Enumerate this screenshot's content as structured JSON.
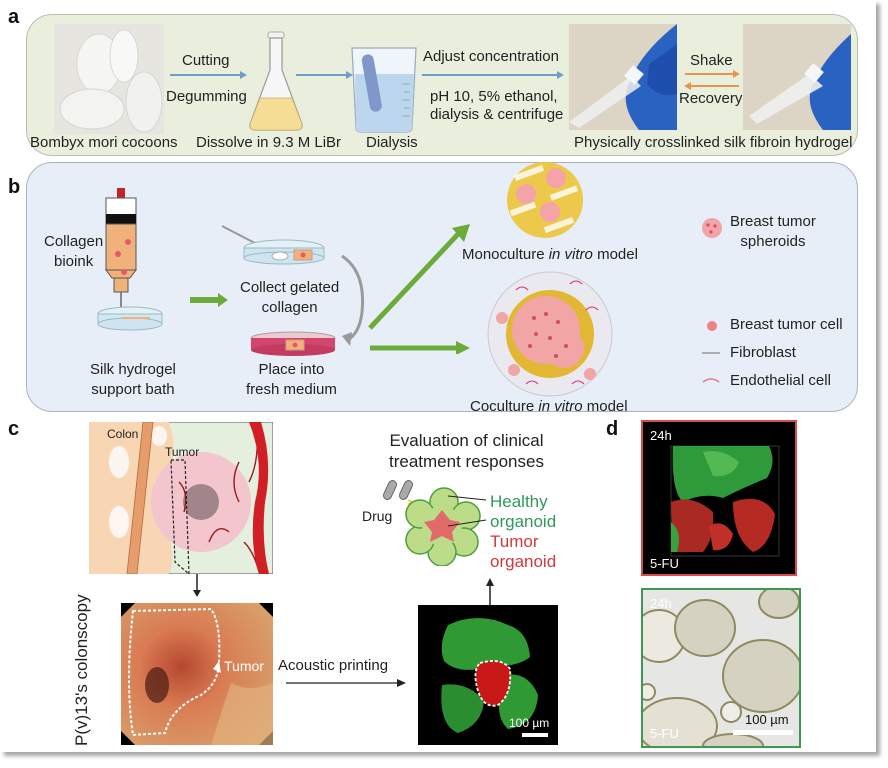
{
  "figure": {
    "panel_a": {
      "letter": "a",
      "labels": {
        "cocoons": "Bombyx mori cocoons",
        "cutting": "Cutting",
        "degumming": "Degumming",
        "dissolve": "Dissolve in 9.3 M LiBr",
        "dialysis": "Dialysis",
        "adjust": "Adjust concentration",
        "conditions_line1": "pH 10, 5% ethanol,",
        "conditions_line2": "dialysis & centrifuge",
        "shake": "Shake",
        "recovery": "Recovery",
        "hydrogel": "Physically crosslinked silk fibroin hydrogel"
      },
      "colors": {
        "background": "#e9efdc",
        "arrow": "#6f9fc8",
        "shake_arrow": "#e8954a"
      }
    },
    "panel_b": {
      "letter": "b",
      "labels": {
        "collagen_line1": "Collagen",
        "collagen_line2": "bioink",
        "bath_line1": "Silk hydrogel",
        "bath_line2": "support bath",
        "collect_line1": "Collect gelated",
        "collect_line2": "collagen",
        "place_line1": "Place into",
        "place_line2": "fresh medium",
        "mono_pre": "Monoculture ",
        "mono_italic": "in vitro",
        "mono_post": " model",
        "co_pre": "Coculture ",
        "co_italic": "in vitro",
        "co_post": " model"
      },
      "legend": [
        {
          "icon": "spheroid-icon",
          "line1": "Breast tumor",
          "line2": "spheroids"
        },
        {
          "icon": "tumor-cell-icon",
          "line1": "Breast tumor cell",
          "line2": ""
        },
        {
          "icon": "fibroblast-icon",
          "line1": "Fibroblast",
          "line2": ""
        },
        {
          "icon": "endothelial-cell-icon",
          "line1": "Endothelial cell",
          "line2": ""
        }
      ],
      "colors": {
        "background": "#e8eef7",
        "arrow": "#6aab3a",
        "plunger_arrow": "#c0262b"
      }
    },
    "panel_c": {
      "letter": "c",
      "labels": {
        "colon": "Colon",
        "tumor": "Tumor",
        "colonoscopy": "P(v)13's colonscopy",
        "tumor_arrow": "Tumor",
        "acoustic": "Acoustic printing",
        "eval_line1": "Evaluation of clinical",
        "eval_line2": "treatment responses",
        "drug": "Drug",
        "healthy_line1": "Healthy",
        "healthy_line2": "organoid",
        "tumor_org_line1": "Tumor",
        "tumor_org_line2": "organoid",
        "scale": "100 µm"
      },
      "colors": {
        "healthy": "#2e9a5a",
        "tumor": "#d23a3a"
      }
    },
    "panel_d": {
      "letter": "d",
      "top": {
        "time": "24h",
        "treatment": "5-FU",
        "border": "#d94b4b"
      },
      "bottom": {
        "time": "24h",
        "treatment": "5-FU",
        "scale": "100 µm",
        "border": "#3c9a4f"
      }
    }
  }
}
